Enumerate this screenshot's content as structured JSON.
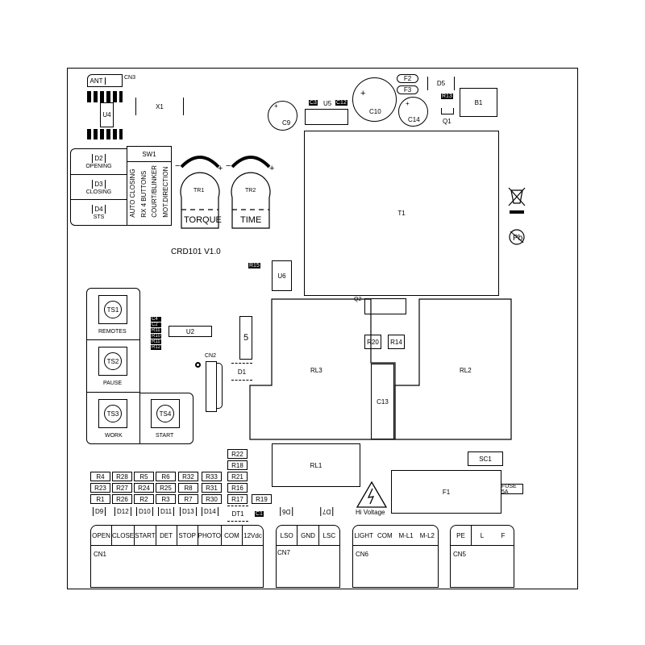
{
  "board": {
    "title": "CRD101  V1.0"
  },
  "top": {
    "ant": "ANT",
    "cn3": "CN3",
    "u4": "U4",
    "x1": "X1",
    "c9": "C9",
    "c3": "C3",
    "u5": "U5",
    "c12": "C12",
    "c10": "C10",
    "f2": "F2",
    "f3": "F3",
    "d5": "D5",
    "r13": "R13",
    "q1": "Q1",
    "c14": "C14",
    "b1": "B1",
    "t1": "T1"
  },
  "leds": [
    {
      "id": "D2",
      "label": "OPENING"
    },
    {
      "id": "D3",
      "label": "CLOSING"
    },
    {
      "id": "D4",
      "label": "STS"
    }
  ],
  "sw1": {
    "label": "SW1",
    "switches": [
      "AUTO CLOSING",
      "RX 4 BUTTONS",
      "COURT/BLINKER",
      "MOT.DIRECTION"
    ]
  },
  "trimmers": [
    {
      "id": "TR1",
      "label": "TORQUE"
    },
    {
      "id": "TR2",
      "label": "TIME"
    }
  ],
  "mid": {
    "r15": "R15",
    "u6": "U6",
    "q2": "Q2",
    "rl3": "RL3",
    "rl2": "RL2",
    "r20": "R20",
    "r14": "R14",
    "c13": "C13",
    "u2": "U2",
    "u5b": "5",
    "cn2": "CN2",
    "d1": "D1",
    "rl1": "RL1",
    "sc1": "SC1",
    "f1": "F1",
    "fuse": "FUSE 5A",
    "hv": "Hi Voltage",
    "small": [
      "C4",
      "C2",
      "R11",
      "R10",
      "R11",
      "R12"
    ]
  },
  "buttons": [
    {
      "id": "TS1",
      "label": "REMOTES"
    },
    {
      "id": "TS2",
      "label": "PAUSE"
    },
    {
      "id": "TS3",
      "label": "WORK"
    },
    {
      "id": "TS4",
      "label": "START"
    }
  ],
  "resistors": {
    "grid": [
      [
        "R4",
        "R28",
        "R5",
        "R6",
        "R32",
        "R33"
      ],
      [
        "R23",
        "R27",
        "R24",
        "R25",
        "R8",
        "R31"
      ],
      [
        "R1",
        "R26",
        "R2",
        "R3",
        "R7",
        "R30"
      ]
    ],
    "column": [
      "R22",
      "R18",
      "R21",
      "R16",
      "R17"
    ],
    "r19": "R19"
  },
  "diodes": [
    "D9",
    "D12",
    "D10",
    "D11",
    "D13",
    "D14"
  ],
  "dt1": "DT1",
  "c1": "C1",
  "d6": "D6",
  "d7": "D7",
  "connectors": [
    {
      "id": "CN1",
      "pins": [
        "OPEN",
        "CLOSE",
        "START",
        "DET",
        "STOP",
        "PHOTO",
        "COM",
        "12Vdc"
      ]
    },
    {
      "id": "CN7",
      "pins": [
        "LSO",
        "GND",
        "LSC"
      ]
    },
    {
      "id": "CN6",
      "pins": [
        "LIGHT",
        "COM",
        "M-L1",
        "M-L2"
      ]
    },
    {
      "id": "CN5",
      "pins": [
        "PE",
        "L",
        "F"
      ]
    }
  ]
}
